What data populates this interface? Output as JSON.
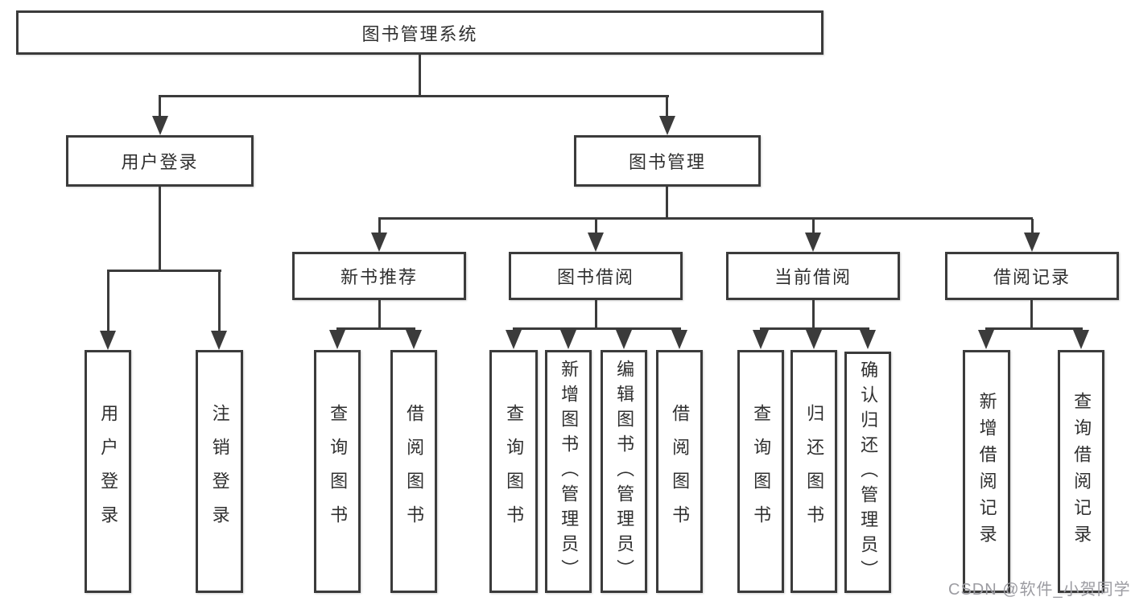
{
  "diagram_title": "图书管理系统",
  "nodes": {
    "root": "图书管理系统",
    "userLogin": "用户登录",
    "bookMgmt": "图书管理",
    "newBookRec": "新书推荐",
    "bookBorrow": "图书借阅",
    "currentBorrow": "当前借阅",
    "borrowRecords": "借阅记录",
    "leafUserLogin": "用户登录",
    "leafLogout": "注销登录",
    "leafQueryBookRec": "查询图书",
    "leafBorrowBookRec": "借阅图书",
    "leafQueryBookBorrow": "查询图书",
    "leafAddBookAdmin": "新增图书（管理员）",
    "leafEditBookAdmin": "编辑图书（管理员）",
    "leafBorrowBookBorrow": "借阅图书",
    "leafQueryBookCurrent": "查询图书",
    "leafReturnBook": "归还图书",
    "leafConfirmReturnAdmin": "确认归还（管理员）",
    "leafAddBorrowRecord": "新增借阅记录",
    "leafQueryBorrowRecord": "查询借阅记录"
  },
  "hierarchy": {
    "root": "图书管理系统",
    "children": [
      {
        "label": "用户登录",
        "children": [
          "用户登录",
          "注销登录"
        ]
      },
      {
        "label": "图书管理",
        "children": [
          {
            "label": "新书推荐",
            "children": [
              "查询图书",
              "借阅图书"
            ]
          },
          {
            "label": "图书借阅",
            "children": [
              "查询图书",
              "新增图书（管理员）",
              "编辑图书（管理员）",
              "借阅图书"
            ]
          },
          {
            "label": "当前借阅",
            "children": [
              "查询图书",
              "归还图书",
              "确认归还（管理员）"
            ]
          },
          {
            "label": "借阅记录",
            "children": [
              "新增借阅记录",
              "查询借阅记录"
            ]
          }
        ]
      }
    ]
  },
  "watermark": "CSDN @软件_小贺同学",
  "colors": {
    "background": "#ffffff",
    "box_border": "#3b3b3b",
    "connector_line": "#3b3b3b",
    "text": "#303030",
    "watermark_text": "#9c9ca2"
  }
}
